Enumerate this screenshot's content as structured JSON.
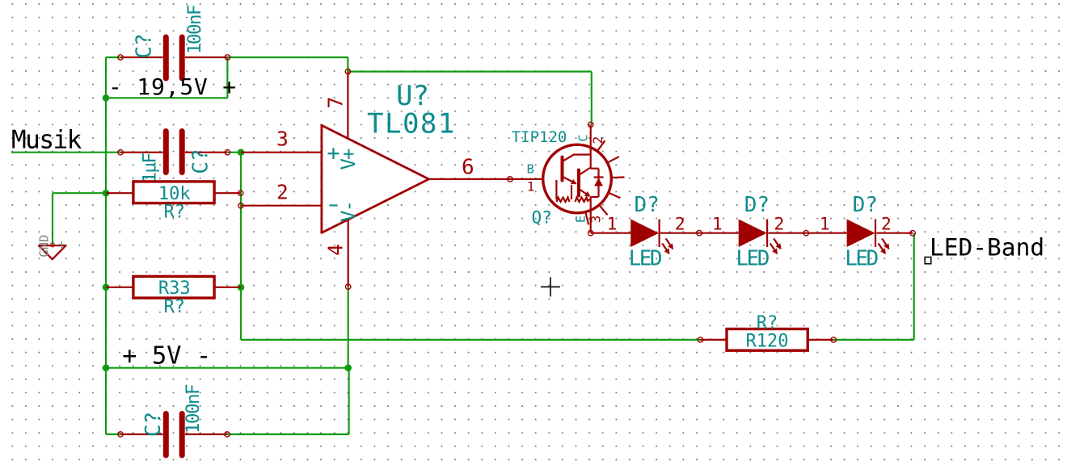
{
  "app": {
    "description": "KiCad Eeschema schematic editor canvas"
  },
  "colors": {
    "wire": "#129b12",
    "symbol": "#a00000",
    "field": "#0e8c8c",
    "label": "#000000",
    "gray": "#848484",
    "background": "#ffffff",
    "grid_dot": "#787878",
    "cursor": "#111111"
  },
  "schematic": {
    "net_labels": {
      "musik": "Musik",
      "led_band": "LED-Band"
    },
    "annotations": {
      "supply_top": "- 19,5V +",
      "supply_bottom": "+ 5V -"
    },
    "power": {
      "gnd": "GND"
    },
    "opamp": {
      "ref": "U?",
      "value": "TL081",
      "pin_inp": "3",
      "pin_inn": "2",
      "pin_vp": "7",
      "pin_vn": "4",
      "pin_out": "6",
      "name_inp": "+",
      "name_inn": "-",
      "name_vp": "V+",
      "name_vn": "V-"
    },
    "transistor": {
      "ref": "Q?",
      "value": "TIP120",
      "pin_b": "1",
      "pin_c": "2",
      "pin_e": "3",
      "name_b": "B",
      "name_c": "C",
      "name_e": "E"
    },
    "cap_top": {
      "ref": "C?",
      "value": "100nF"
    },
    "cap_in": {
      "ref": "C?",
      "value": "1µF"
    },
    "cap_bottom": {
      "ref": "C?",
      "value": "100nF"
    },
    "res_10k": {
      "ref": "R?",
      "value": "10k"
    },
    "res_r33": {
      "ref": "R?",
      "value": "R33"
    },
    "res_r120": {
      "ref": "R?",
      "value": "R120"
    },
    "leds": [
      {
        "ref": "D?",
        "value": "LED",
        "pin1": "1",
        "pin2": "2"
      },
      {
        "ref": "D?",
        "value": "LED",
        "pin1": "1",
        "pin2": "2"
      },
      {
        "ref": "D?",
        "value": "LED",
        "pin1": "1",
        "pin2": "2"
      }
    ]
  }
}
